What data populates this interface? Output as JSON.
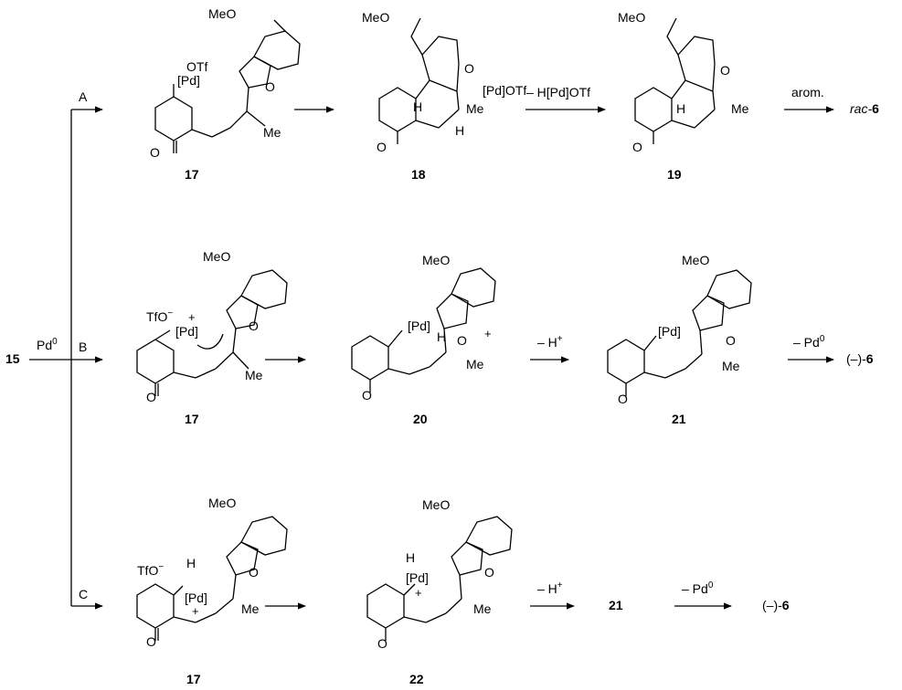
{
  "start": {
    "compound": "15",
    "reagent": "Pd",
    "reagent_sup": "0"
  },
  "pathways": [
    {
      "id": "A",
      "label": "A",
      "compounds": [
        "17",
        "18",
        "19"
      ],
      "intermediate_labels": {
        "17": [
          "OTf",
          "[Pd]",
          "O",
          "O",
          "Me",
          "MeO"
        ],
        "18": [
          "MeO",
          "O",
          "[Pd]OTf",
          "H",
          "Me",
          "H",
          "O"
        ],
        "19": [
          "MeO",
          "O",
          "H",
          "Me",
          "O"
        ]
      },
      "step_reagents": [
        "",
        "– H[Pd]OTf",
        "arom."
      ],
      "product_prefix": "rac-",
      "product": "6"
    },
    {
      "id": "B",
      "label": "B",
      "compounds": [
        "17",
        "20",
        "21"
      ],
      "intermediate_labels": {
        "17": [
          "TfO−",
          "+",
          "[Pd]",
          "MeO",
          "O",
          "O",
          "Me"
        ],
        "20": [
          "MeO",
          "[Pd]",
          "H",
          "O",
          "+",
          "O",
          "Me"
        ],
        "21": [
          "MeO",
          "[Pd]",
          "O",
          "O",
          "Me"
        ]
      },
      "step_reagents": [
        "",
        "– H+",
        "– Pd0"
      ],
      "product_prefix": "(–)-",
      "product": "6"
    },
    {
      "id": "C",
      "label": "C",
      "compounds": [
        "17",
        "22"
      ],
      "intermediate_labels": {
        "17": [
          "TfO−",
          "H",
          "[Pd]",
          "+",
          "MeO",
          "O",
          "O",
          "Me"
        ],
        "22": [
          "MeO",
          "H",
          "[Pd]",
          "+",
          "O",
          "O",
          "Me"
        ]
      },
      "step_reagents": [
        "",
        "– H+",
        "– Pd0"
      ],
      "after_arrow_compound": "21",
      "product_prefix": "(–)-",
      "product": "6"
    }
  ],
  "text": {
    "meo": "MeO",
    "o": "O",
    "me": "Me",
    "h": "H",
    "pd": "[Pd]",
    "pdotf": "[Pd]OTf",
    "otf": "OTf",
    "tfo": "TfO",
    "minus": "−",
    "plus": "+",
    "a_reagent2": "– H[Pd]OTf",
    "a_reagent3": "arom.",
    "b_reagent2": "– H",
    "b_reagent3": "– Pd",
    "c_reagent2": "– H",
    "c_reagent3": "– Pd",
    "sup_plus": "+",
    "sup_zero": "0"
  }
}
